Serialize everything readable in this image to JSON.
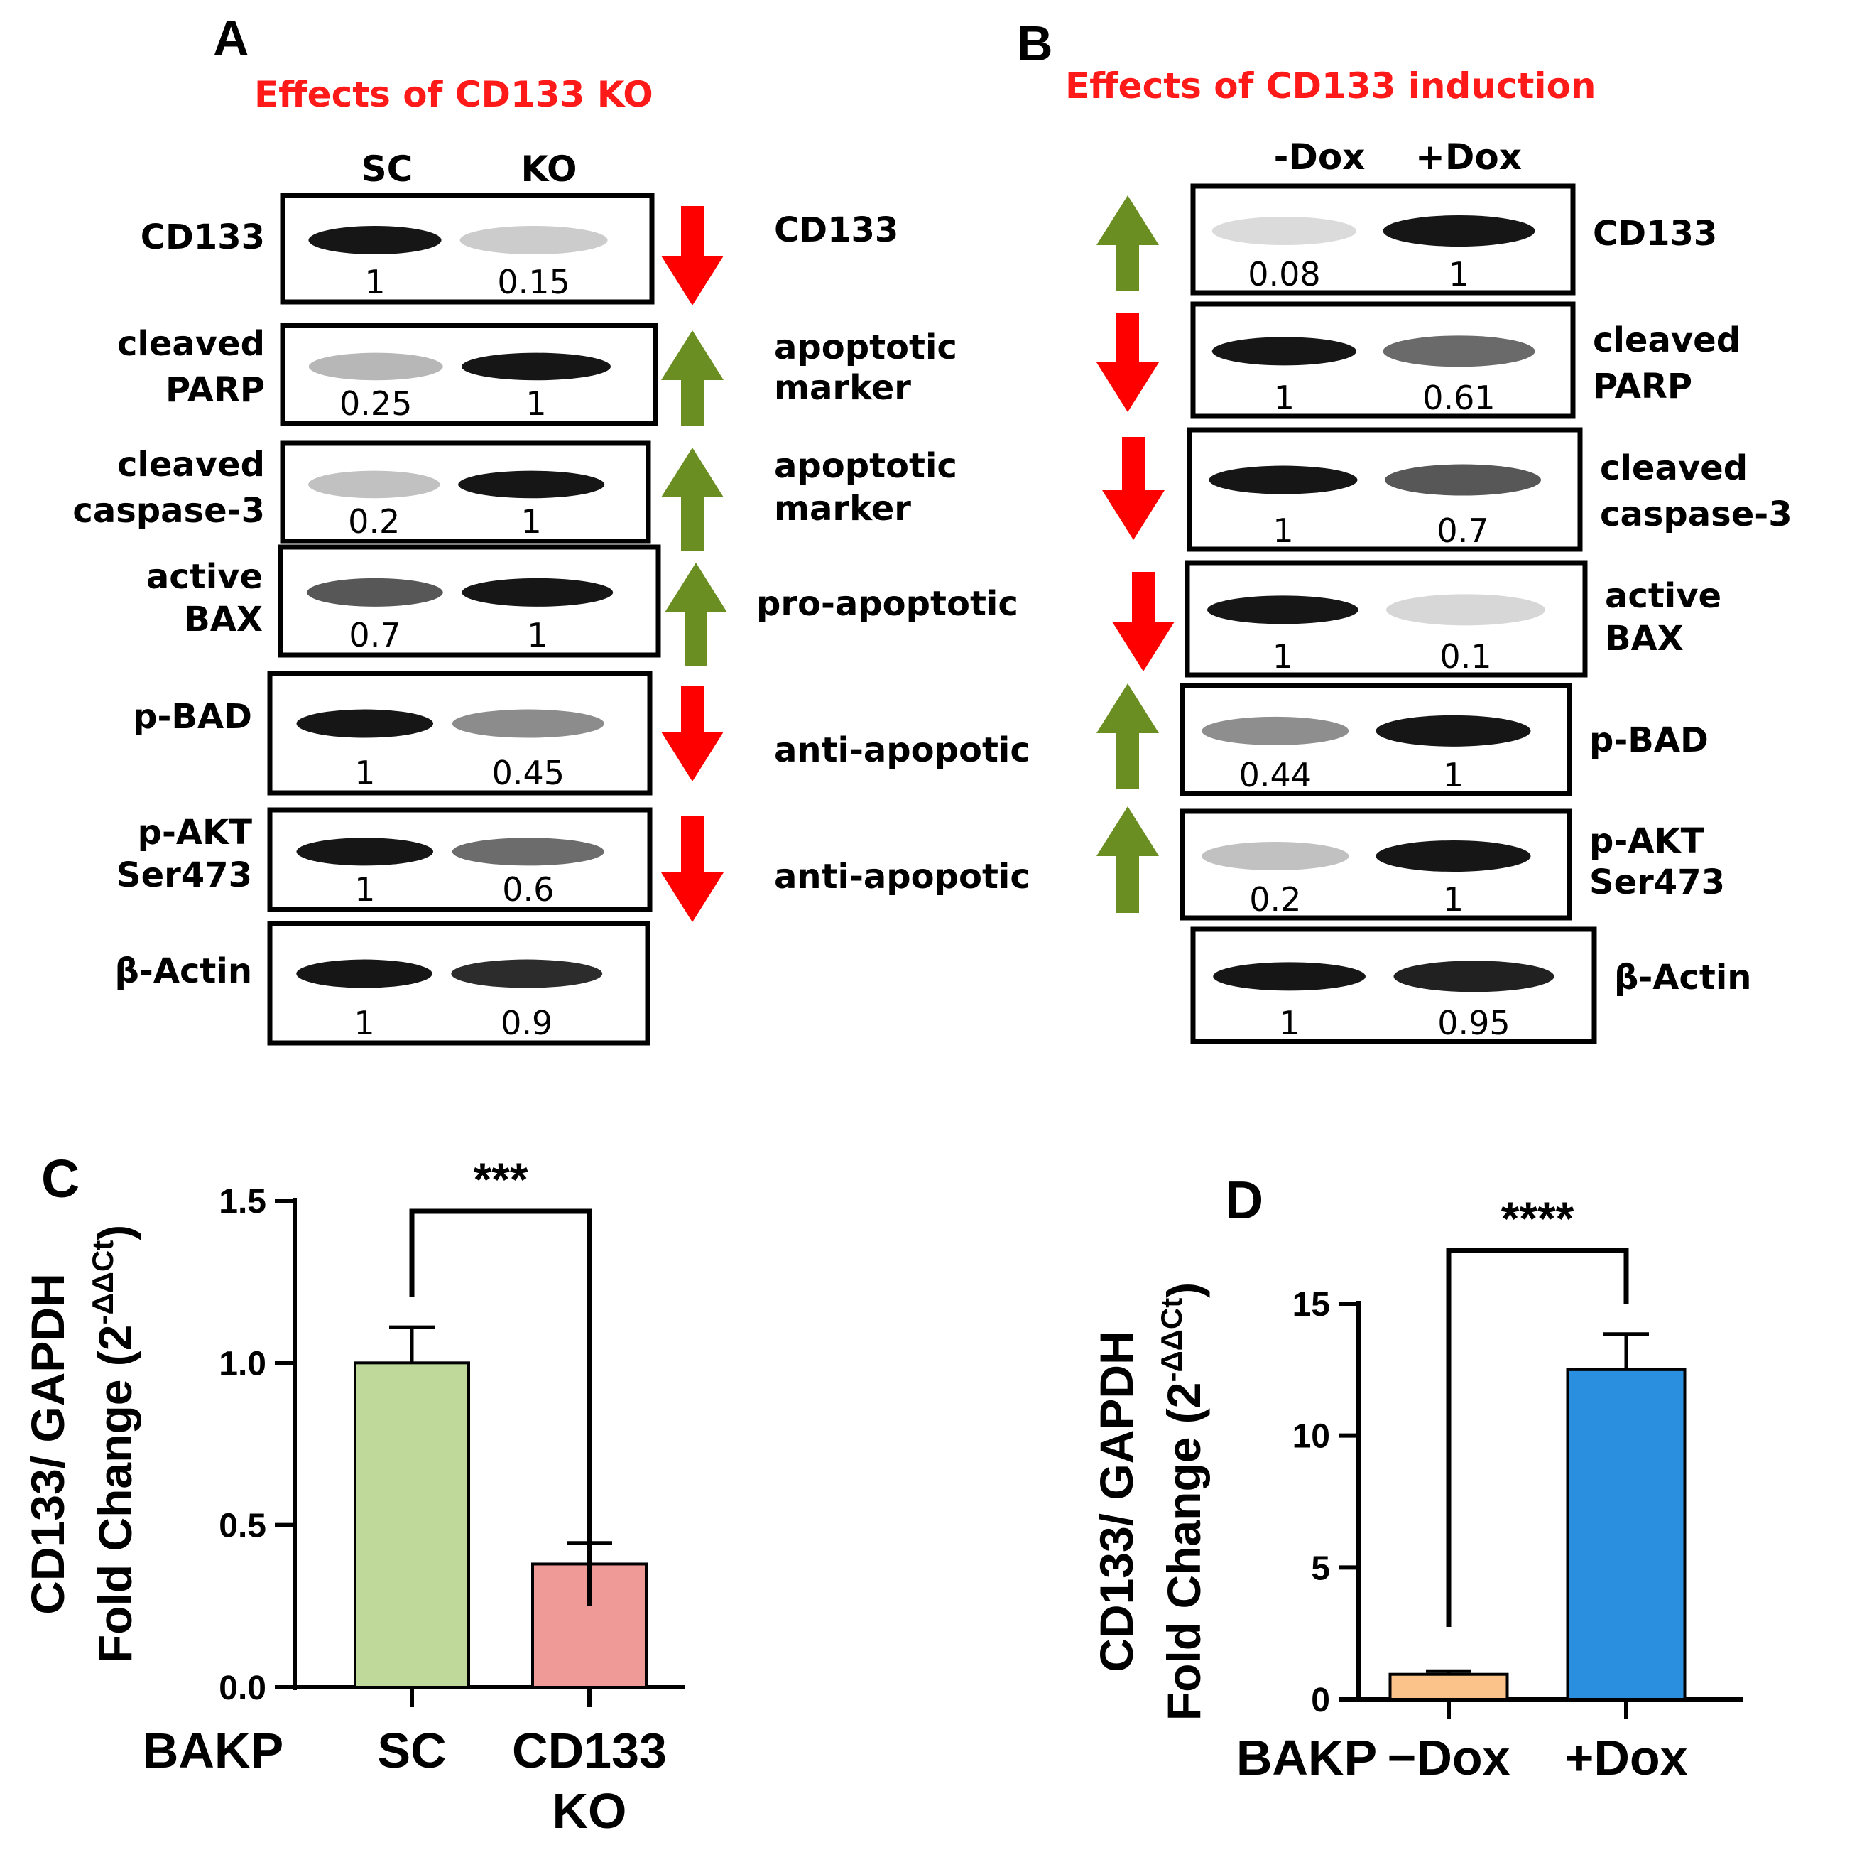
{
  "panel_a": {
    "letter": "A",
    "title": "Effects of CD133 KO",
    "col1": "SC",
    "col2": "KO",
    "rows": [
      {
        "label": [
          "CD133"
        ],
        "q1": "1",
        "q2": "0.15",
        "effect": [
          "CD133"
        ],
        "arrow": "down"
      },
      {
        "label": [
          "cleaved",
          "PARP"
        ],
        "q1": "0.25",
        "q2": "1",
        "effect": [
          "apoptotic",
          "marker"
        ],
        "arrow": "up"
      },
      {
        "label": [
          "cleaved",
          "caspase-3"
        ],
        "q1": "0.2",
        "q2": "1",
        "effect": [
          "apoptotic",
          "marker"
        ],
        "arrow": "up"
      },
      {
        "label": [
          "active",
          "BAX"
        ],
        "q1": "0.7",
        "q2": "1",
        "effect": [
          "pro-apoptotic"
        ],
        "arrow": "up"
      },
      {
        "label": [
          "p-BAD"
        ],
        "q1": "1",
        "q2": "0.45",
        "effect": [
          "anti-apopotic"
        ],
        "arrow": "down"
      },
      {
        "label": [
          "p-AKT",
          "Ser473"
        ],
        "q1": "1",
        "q2": "0.6",
        "effect": [
          "anti-apopotic"
        ],
        "arrow": "down"
      },
      {
        "label": [
          "β-Actin"
        ],
        "q1": "1",
        "q2": "0.9",
        "effect": [],
        "arrow": "none"
      }
    ]
  },
  "panel_b": {
    "letter": "B",
    "title": "Effects of CD133 induction",
    "col1": "-Dox",
    "col2": "+Dox",
    "rows": [
      {
        "label": [
          "CD133"
        ],
        "q1": "0.08",
        "q2": "1",
        "arrow": "up"
      },
      {
        "label": [
          "cleaved",
          "PARP"
        ],
        "q1": "1",
        "q2": "0.61",
        "arrow": "down"
      },
      {
        "label": [
          "cleaved",
          "caspase-3"
        ],
        "q1": "1",
        "q2": "0.7",
        "arrow": "down"
      },
      {
        "label": [
          "active",
          "BAX"
        ],
        "q1": "1",
        "q2": "0.1",
        "arrow": "down"
      },
      {
        "label": [
          "p-BAD"
        ],
        "q1": "0.44",
        "q2": "1",
        "arrow": "up"
      },
      {
        "label": [
          "p-AKT",
          "Ser473"
        ],
        "q1": "0.2",
        "q2": "1",
        "arrow": "up"
      },
      {
        "label": [
          "β-Actin"
        ],
        "q1": "1",
        "q2": "0.95",
        "arrow": "none"
      }
    ]
  },
  "colors": {
    "title_red": "#ff1a1a",
    "arrow_red": "#ff0000",
    "arrow_green": "#6b8e23",
    "bar_sc": "#bfd99a",
    "bar_ko": "#f09a97",
    "bar_minus_dox": "#fbc28a",
    "bar_plus_dox": "#2b8fe0"
  },
  "chart_data": [
    {
      "type": "bar",
      "panel": "C",
      "categories": [
        "SC",
        "CD133 KO"
      ],
      "group_label": "BAKP",
      "values": [
        1.0,
        0.38
      ],
      "errors": [
        0.11,
        0.065
      ],
      "ylabel_line1": "CD133/ GAPDH",
      "ylabel_line2": "Fold Change (2",
      "ylabel_sup": "-ΔΔCt",
      "ylabel_end": ")",
      "ylim": [
        0,
        1.5
      ],
      "yticks": [
        "0.0",
        "0.5",
        "1.0",
        "1.5"
      ],
      "significance": "***"
    },
    {
      "type": "bar",
      "panel": "D",
      "categories": [
        "−Dox",
        "+Dox"
      ],
      "group_label": "BAKP",
      "values": [
        0.95,
        12.5
      ],
      "errors": [
        0.12,
        1.35
      ],
      "ylabel_line1": "CD133/ GAPDH",
      "ylabel_line2": "Fold Change (2",
      "ylabel_sup": "-ΔΔCt",
      "ylabel_end": ")",
      "ylim": [
        0,
        15
      ],
      "yticks": [
        "0",
        "5",
        "10",
        "15"
      ],
      "significance": "****"
    }
  ]
}
